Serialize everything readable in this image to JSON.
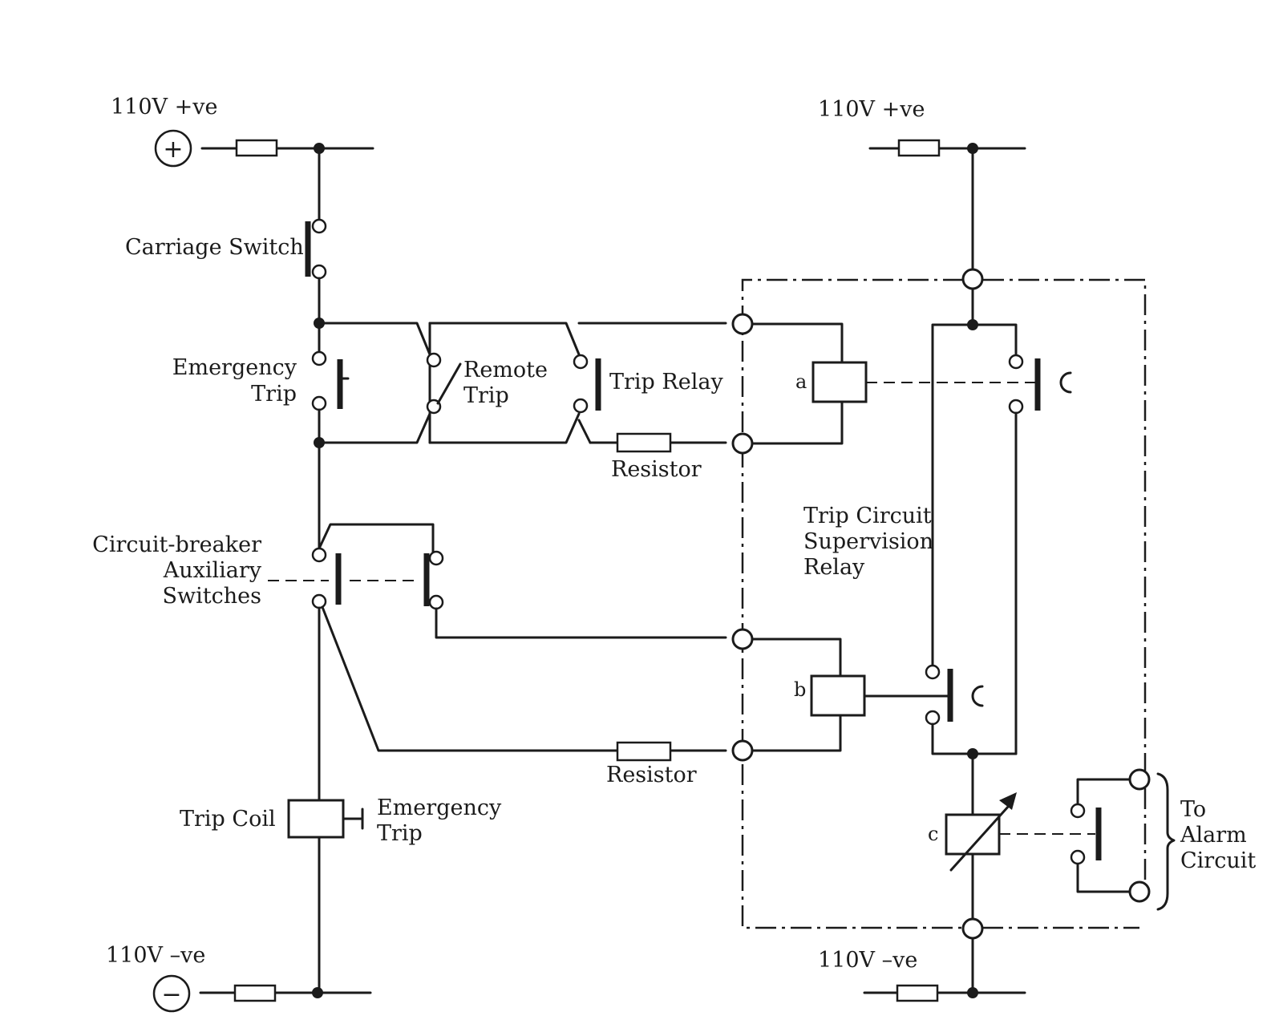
{
  "supply": {
    "left_positive": "110V +ve",
    "left_negative": "110V –ve",
    "right_positive": "110V +ve",
    "right_negative": "110V –ve",
    "plus_sign": "+",
    "minus_sign": "−"
  },
  "labels": {
    "carriage_switch": "Carriage Switch",
    "emergency_trip_1": "Emergency",
    "emergency_trip_2": "Trip",
    "remote_trip_1": "Remote",
    "remote_trip_2": "Trip",
    "trip_relay": "Trip Relay",
    "resistor_top": "Resistor",
    "resistor_bottom": "Resistor",
    "aux_1": "Circuit-breaker",
    "aux_2": "Auxiliary",
    "aux_3": "Switches",
    "tcs_1": "Trip Circuit",
    "tcs_2": "Supervision",
    "tcs_3": "Relay",
    "trip_coil": "Trip Coil",
    "coil_emergency_1": "Emergency",
    "coil_emergency_2": "Trip",
    "relay_a": "a",
    "relay_b": "b",
    "relay_c": "c",
    "alarm_1": "To",
    "alarm_2": "Alarm",
    "alarm_3": "Circuit"
  }
}
